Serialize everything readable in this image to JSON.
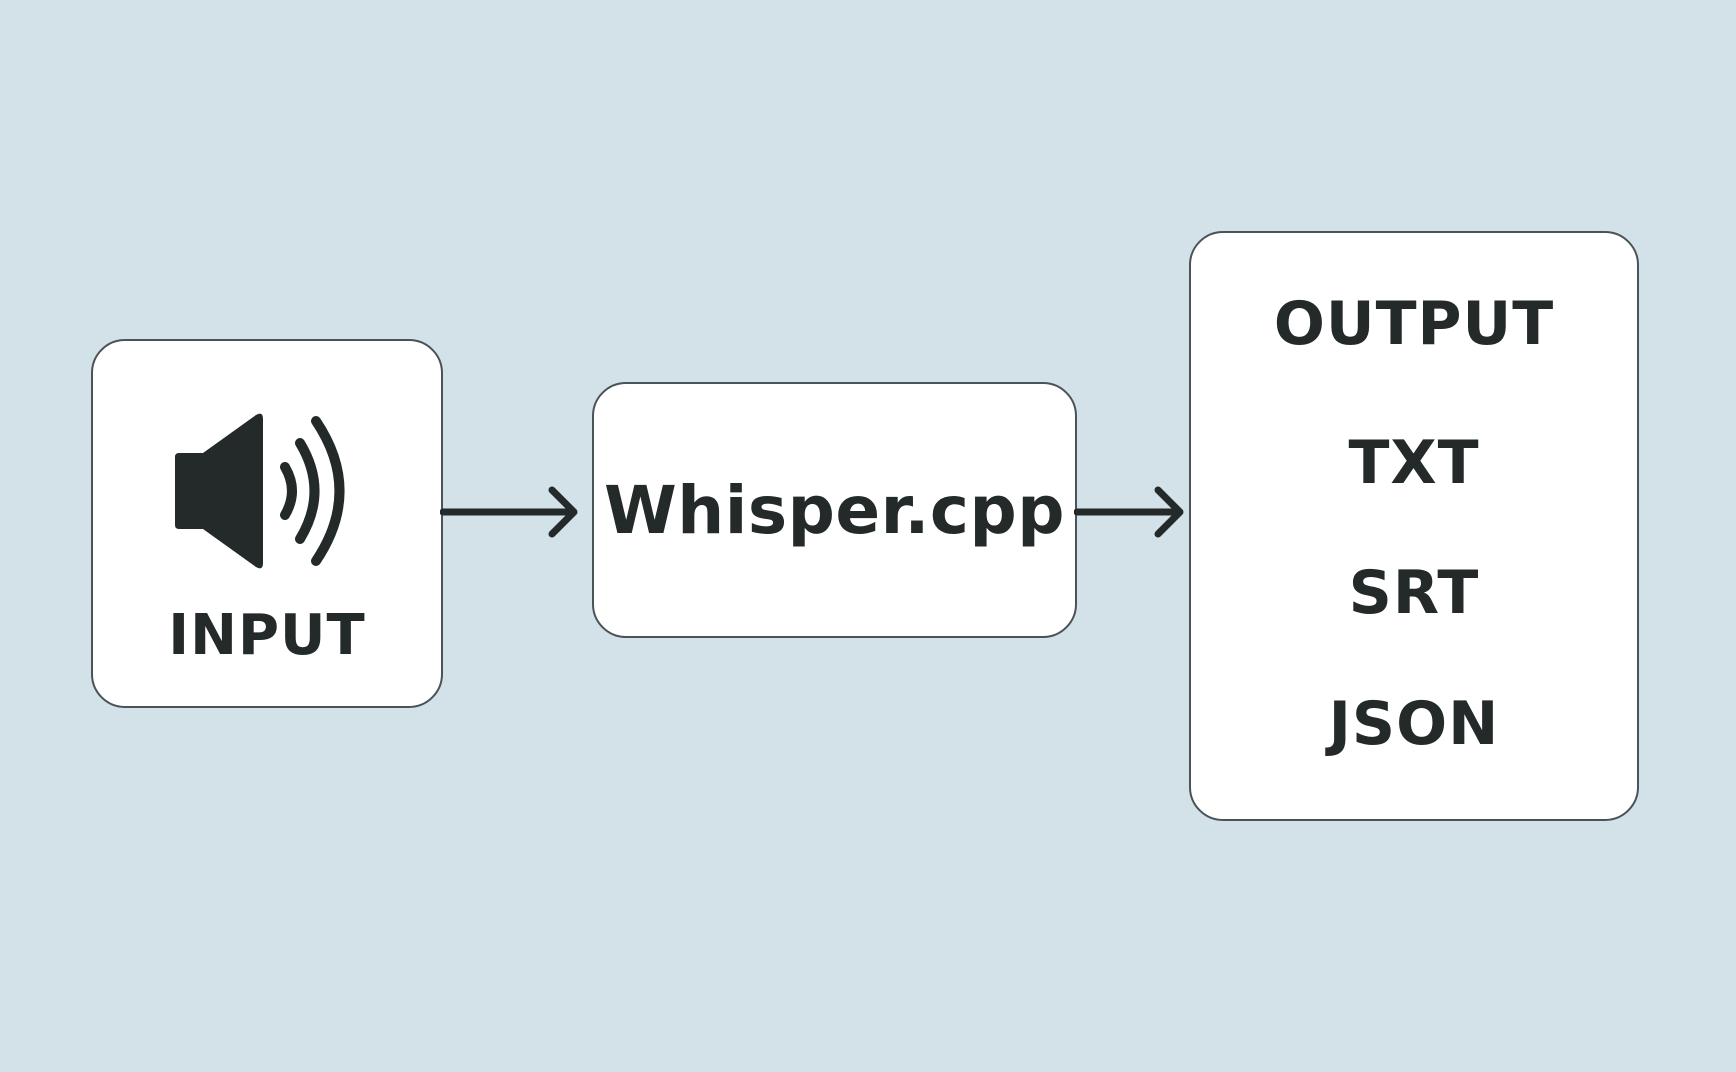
{
  "input": {
    "label": "INPUT",
    "icon": "speaker-icon"
  },
  "engine": {
    "label": "Whisper.cpp"
  },
  "output": {
    "title": "OUTPUT",
    "formats": [
      "TXT",
      "SRT",
      "JSON"
    ]
  },
  "colors": {
    "background": "#d3e1e9",
    "box_fill": "#ffffff",
    "box_border": "#4a5357",
    "ink": "#24292a"
  }
}
